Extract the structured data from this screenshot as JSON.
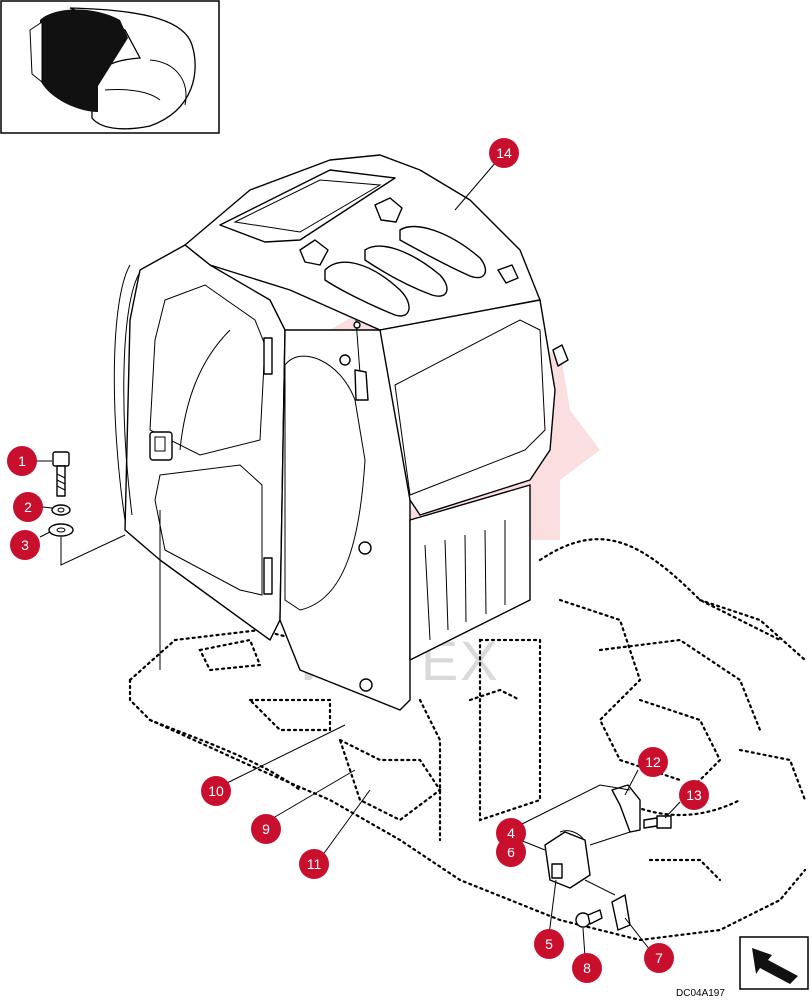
{
  "diagram": {
    "drawing_code": "DC04A197",
    "watermark_text": "ИНТЕХ",
    "callouts": [
      {
        "id": "c1",
        "label": "1"
      },
      {
        "id": "c2",
        "label": "2"
      },
      {
        "id": "c3",
        "label": "3"
      },
      {
        "id": "c4",
        "label": "4"
      },
      {
        "id": "c6",
        "label": "6"
      },
      {
        "id": "c5",
        "label": "5"
      },
      {
        "id": "c7",
        "label": "7"
      },
      {
        "id": "c8",
        "label": "8"
      },
      {
        "id": "c9",
        "label": "9"
      },
      {
        "id": "c10",
        "label": "10"
      },
      {
        "id": "c11",
        "label": "11"
      },
      {
        "id": "c12",
        "label": "12"
      },
      {
        "id": "c13",
        "label": "13"
      },
      {
        "id": "c14",
        "label": "14"
      }
    ],
    "colors": {
      "callout_fill": "#c8102e",
      "callout_text": "#ffffff",
      "line": "#000000",
      "watermark": "#e8474c"
    },
    "icons": {
      "locator_thumbnail": "excavator-cab-locator-icon",
      "orientation_arrow": "front-direction-arrow-icon"
    }
  }
}
